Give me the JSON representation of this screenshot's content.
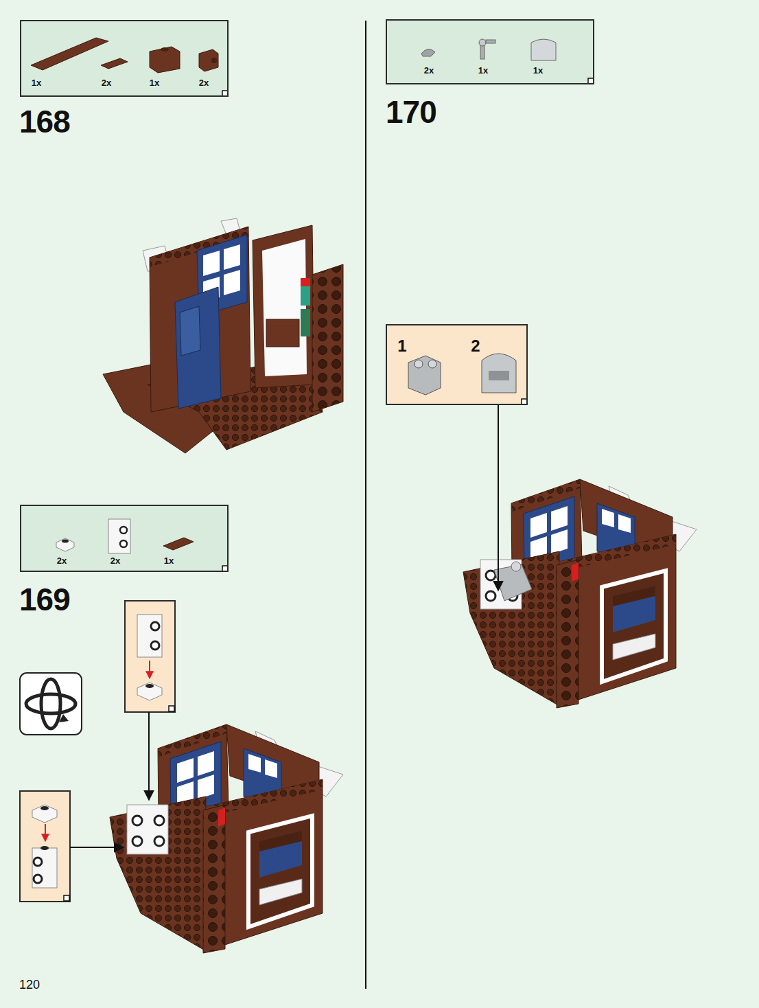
{
  "diagram": {
    "nodes": [
      {
        "text": [
          "1x",
          "2x",
          "1x",
          "2x"
        ]
      },
      {
        "text": [
          "2x",
          "2x",
          "1x"
        ]
      },
      {
        "text": [
          "2x",
          "1x",
          "1x"
        ]
      },
      {
        "text": [
          "1",
          "2"
        ]
      }
    ],
    "labels": [
      "168",
      "169",
      "170",
      "120"
    ]
  }
}
